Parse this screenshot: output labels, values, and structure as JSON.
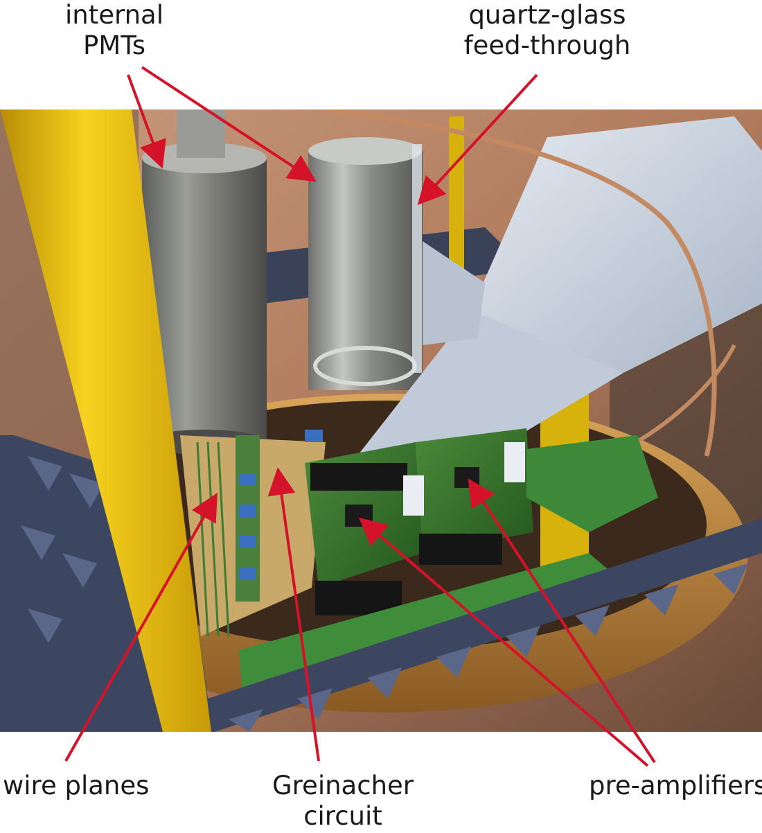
{
  "labels": {
    "internal_pmts": [
      "internal",
      "PMTs"
    ],
    "quartz_glass": [
      "quartz-glass",
      "feed-through"
    ],
    "wire_planes": "wire planes",
    "greinacher": [
      "Greinacher",
      "circuit"
    ],
    "pre_amplifiers": "pre-amplifiers"
  },
  "colors": {
    "arrow": "#d4122a",
    "yellow_rod": "#f2c40a",
    "copper": "#c8703a",
    "steel": "#8d8e8a",
    "pcb_green": "#2e6b2a",
    "frame_blue": "#3d4660",
    "ribbon": "#cfd7e3"
  }
}
